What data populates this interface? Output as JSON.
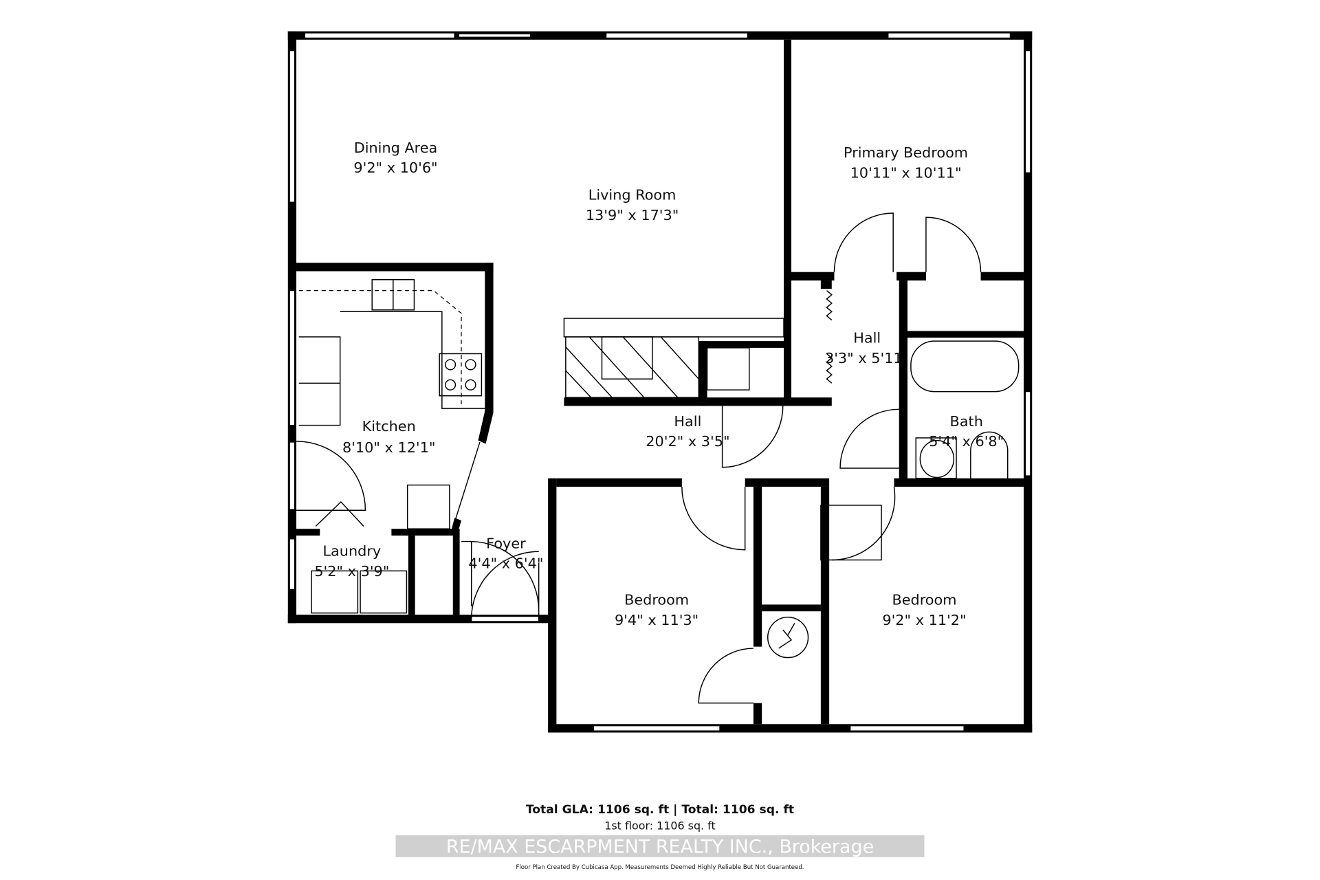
{
  "rooms": [
    {
      "name": "Dining Area",
      "size": "9'2\" x 10'6\""
    },
    {
      "name": "Living Room",
      "size": "13'9\" x 17'3\""
    },
    {
      "name": "Primary Bedroom",
      "size": "10'11\" x 10'11\""
    },
    {
      "name": "Hall",
      "size": "3'3\" x 5'11"
    },
    {
      "name": "Kitchen",
      "size": "8'10\" x 12'1\""
    },
    {
      "name": "Hall",
      "size": "20'2\" x 3'5\""
    },
    {
      "name": "Bath",
      "size": "5'4\" x 6'8\""
    },
    {
      "name": "Foyer",
      "size": "4'4\" x 6'4\""
    },
    {
      "name": "Laundry",
      "size": "5'2\" x 3'9\""
    },
    {
      "name": "Bedroom",
      "size": "9'4\" x 11'3\""
    },
    {
      "name": "Bedroom",
      "size": "9'2\" x 11'2\""
    }
  ],
  "footer": {
    "totals": "Total GLA: 1106 sq. ft | Total: 1106 sq. ft",
    "floor": "1st floor: 1106 sq. ft",
    "watermark": "RE/MAX ESCARPMENT REALTY INC., Brokerage",
    "note": "Floor Plan Created By Cubicasa App. Measurements Deemed Highly Reliable But Not Guaranteed."
  },
  "colors": {
    "walls": "#000000",
    "background": "#ffffff"
  }
}
